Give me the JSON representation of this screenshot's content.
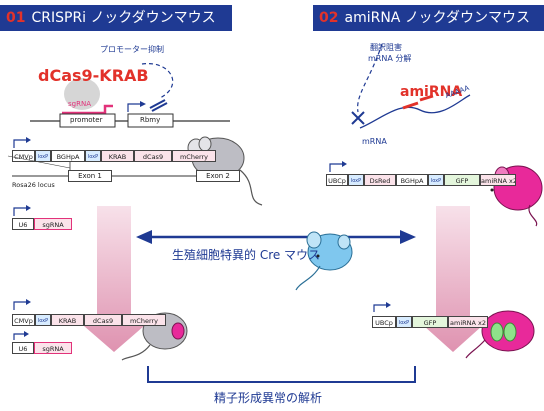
{
  "panel1": {
    "number": "01",
    "title": "CRISPRi ノックダウンマウス",
    "promoter_inhibition": "プロモーター抑制",
    "dcas9_krab": "dCas9-KRAB",
    "sgrna": "sgRNA",
    "promoter": "promoter",
    "rbmy": "Rbmy",
    "construct_top": [
      "CMVp",
      "loxP",
      "BGHpA",
      "loxP",
      "KRAB",
      "dCas9",
      "mCherry"
    ],
    "rosa26": "Rosa26 locus",
    "exon1": "Exon 1",
    "exon2": "Exon 2",
    "u6": "U6",
    "sgrna_box": "sgRNA",
    "construct_bottom": [
      "CMVp",
      "loxP",
      "KRAB",
      "dCas9",
      "mCherry"
    ],
    "u6_bottom": "U6",
    "sgrna_bottom": "sgRNA"
  },
  "panel2": {
    "number": "02",
    "title": "amiRNA ノックダウンマウス",
    "translation_block": "翻訳阻害",
    "mrna_degradation": "mRNA 分解",
    "amirna": "amiRNA",
    "aaaaa": "AAAAA",
    "mrna": "mRNA",
    "construct_top": [
      "UBCp",
      "loxP",
      "DsRed",
      "BGHpA",
      "loxP",
      "GFP",
      "amiRNA x2"
    ],
    "construct_bottom": [
      "UBCp",
      "loxP",
      "GFP",
      "amiRNA x2"
    ]
  },
  "center": {
    "cre_label": "生殖細胞特異的 Cre マウス"
  },
  "footer": {
    "analysis": "精子形成異常の解析"
  },
  "colors": {
    "title_bg": "#1f3a93",
    "accent_red": "#e2322a",
    "navy": "#1f3a93",
    "pink_arrow": "#d98aa5",
    "mouse_grey": "#c9c9cf",
    "mouse_pink": "#e8299a",
    "mouse_blue": "#7fc7ee"
  }
}
